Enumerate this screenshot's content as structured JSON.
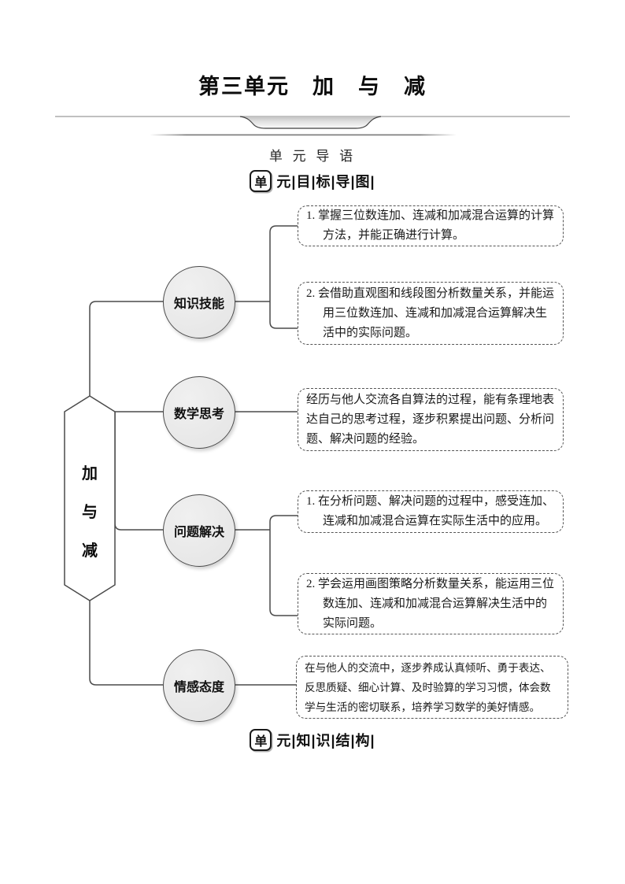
{
  "page": {
    "title": "第三单元　加　与　减",
    "subtitle": "单 元 导 语"
  },
  "section_headers": {
    "goal_map": {
      "badge": "单",
      "rest": "元|目|标|导|图|"
    },
    "knowledge_structure": {
      "badge": "单",
      "rest": "元|知|识|结|构|"
    }
  },
  "diagram": {
    "root": {
      "lines": [
        "加",
        "与",
        "减"
      ]
    },
    "nodes": [
      {
        "label": "知识技能"
      },
      {
        "label": "数学思考"
      },
      {
        "label": "问题解决"
      },
      {
        "label": "情感态度"
      }
    ],
    "boxes": [
      {
        "text": "1. 掌握三位数连加、连减和加减混合运算的计算方法，并能正确进行计算。"
      },
      {
        "text": "2. 会借助直观图和线段图分析数量关系，并能运用三位数连加、连减和加减混合运算解决生活中的实际问题。"
      },
      {
        "text": "经历与他人交流各自算法的过程，能有条理地表达自己的思考过程，逐步积累提出问题、分析问题、解决问题的经验。"
      },
      {
        "text": "1. 在分析问题、解决问题的过程中，感受连加、连减和加减混合运算在实际生活中的应用。"
      },
      {
        "text": "2. 学会运用画图策略分析数量关系，能运用三位数连加、连减和加减混合运算解决生活中的实际问题。"
      },
      {
        "text": "在与他人的交流中，逐步养成认真倾听、勇于表达、反思质疑、细心计算、及时验算的学习习惯，体会数学与生活的密切联系，培养学习数学的美好情感。"
      }
    ],
    "colors": {
      "connector": "#4a4a4a",
      "node_fill": "#e8e8e8",
      "box_border": "#555555",
      "ribbon_line": "#9a9a9a"
    }
  }
}
